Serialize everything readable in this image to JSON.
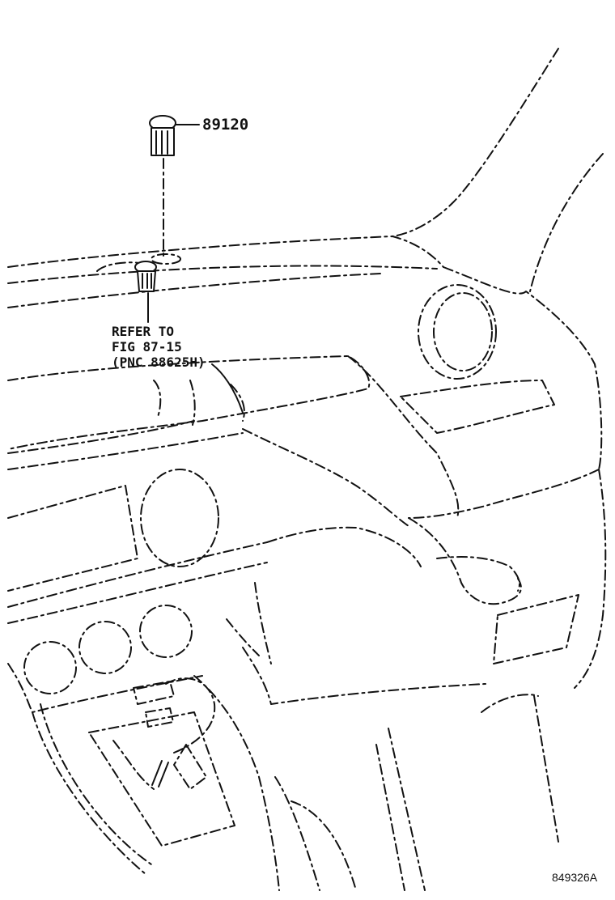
{
  "labels": {
    "part_number": "89120",
    "refer_line1": "REFER TO",
    "refer_line2": "FIG 87-15",
    "refer_line3": "(PNC 88625H)",
    "illustration_id": "849326A"
  }
}
